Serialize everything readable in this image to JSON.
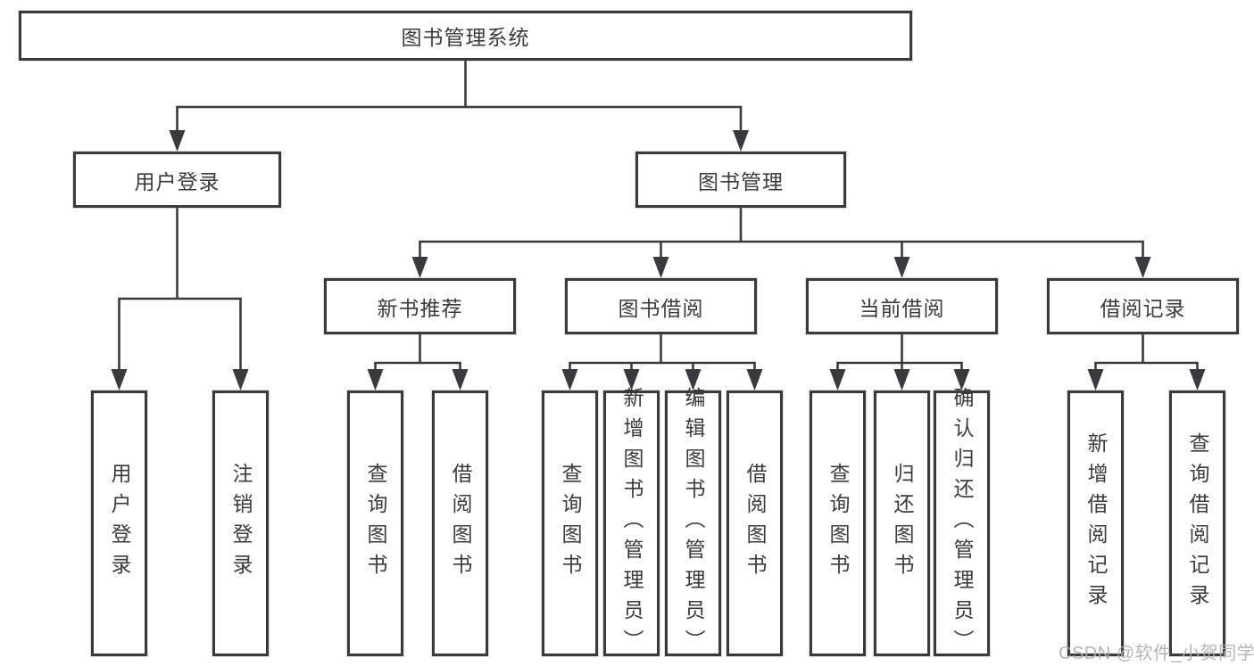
{
  "diagram": {
    "root": {
      "label": "图书管理系统"
    },
    "branches": [
      {
        "label": "用户登录",
        "children": [
          {
            "label": "用户登录"
          },
          {
            "label": "注销登录"
          }
        ]
      },
      {
        "label": "图书管理",
        "children": [
          {
            "label": "新书推荐",
            "children": [
              {
                "label": "查询图书"
              },
              {
                "label": "借阅图书"
              }
            ]
          },
          {
            "label": "图书借阅",
            "children": [
              {
                "label": "查询图书"
              },
              {
                "label": "新增图书（管理员）"
              },
              {
                "label": "编辑图书（管理员）"
              },
              {
                "label": "借阅图书"
              }
            ]
          },
          {
            "label": "当前借阅",
            "children": [
              {
                "label": "查询图书"
              },
              {
                "label": "归还图书"
              },
              {
                "label": "确认归还（管理员）"
              }
            ]
          },
          {
            "label": "借阅记录",
            "children": [
              {
                "label": "新增借阅记录"
              },
              {
                "label": "查询借阅记录"
              }
            ]
          }
        ]
      }
    ]
  },
  "watermark": {
    "text": "CSDN @软件_小贺同学"
  },
  "colors": {
    "line": "#3a3a3e",
    "text": "#3b3b3d",
    "watermark": "#b0b0b0",
    "box_background": "#ffffff"
  }
}
